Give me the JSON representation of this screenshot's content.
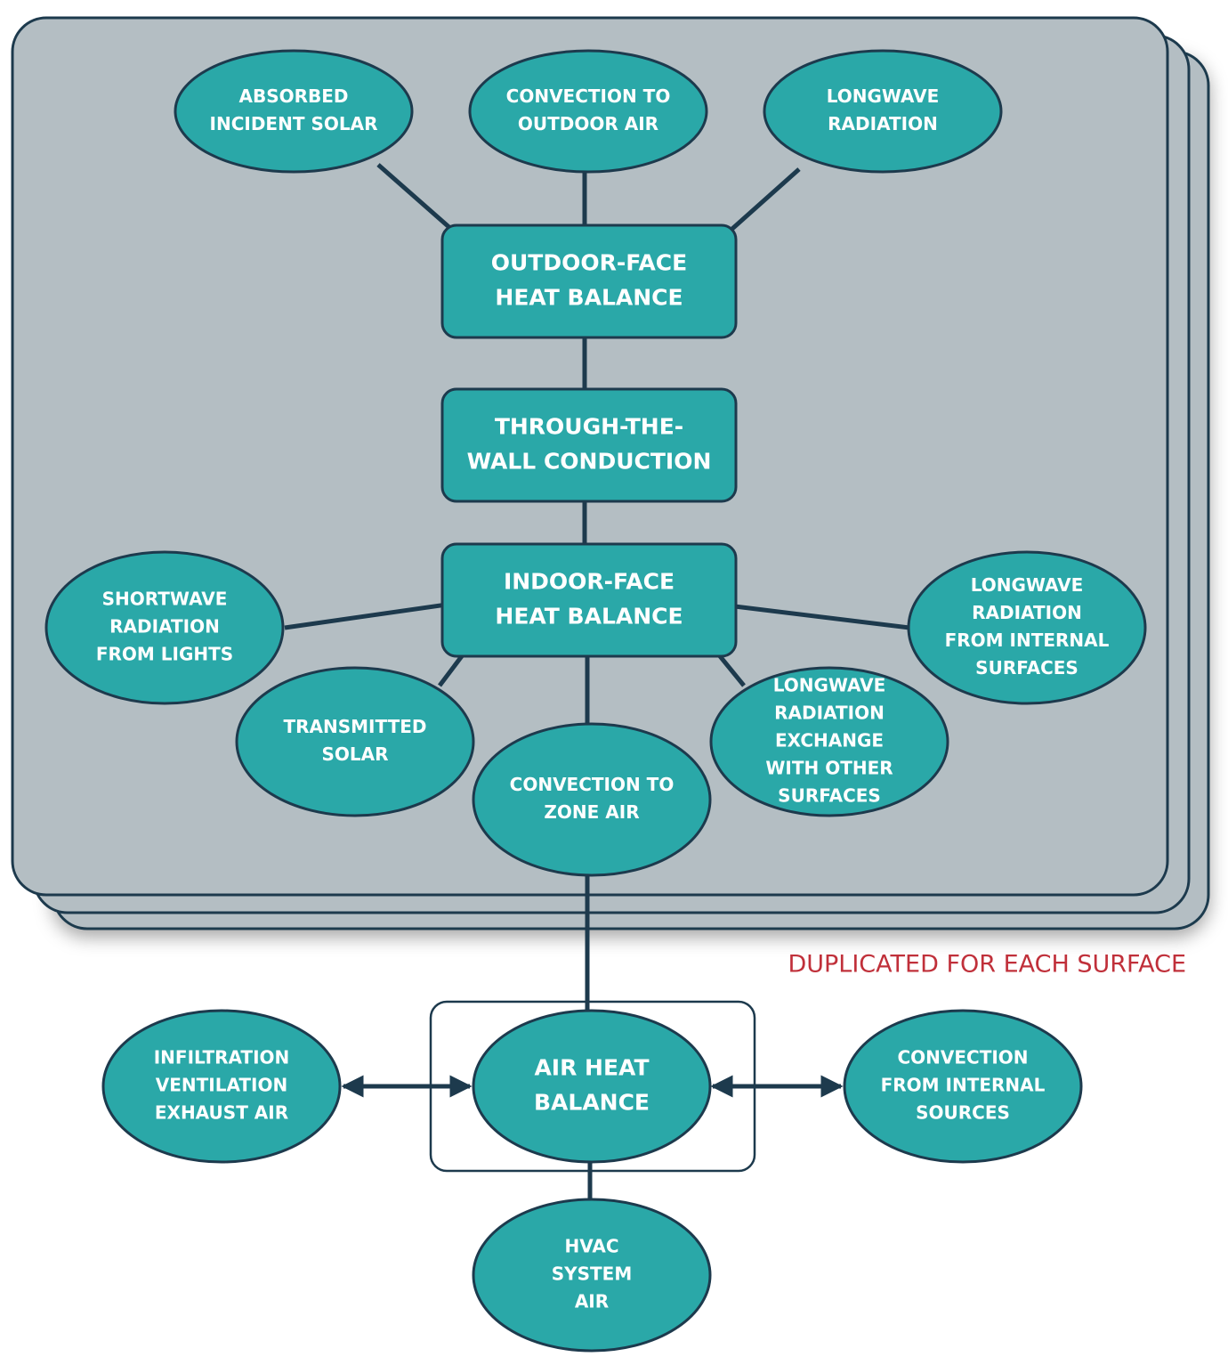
{
  "caption": "DUPLICATED FOR EACH SURFACE",
  "colors": {
    "node_fill": "#2aa8a8",
    "stroke": "#1d3a4d",
    "panel": "#b4bec3",
    "caption": "#c0303a"
  },
  "nodes": {
    "absorbed_solar": {
      "shape": "ellipse",
      "lines": [
        "ABSORBED",
        "INCIDENT SOLAR"
      ]
    },
    "convection_outdoor": {
      "shape": "ellipse",
      "lines": [
        "CONVECTION TO",
        "OUTDOOR AIR"
      ]
    },
    "longwave_outdoor": {
      "shape": "ellipse",
      "lines": [
        "LONGWAVE",
        "RADIATION"
      ]
    },
    "outdoor_face": {
      "shape": "rect",
      "lines": [
        "OUTDOOR-FACE",
        "HEAT BALANCE"
      ]
    },
    "wall_conduction": {
      "shape": "rect",
      "lines": [
        "THROUGH-THE-",
        "WALL CONDUCTION"
      ]
    },
    "indoor_face": {
      "shape": "rect",
      "lines": [
        "INDOOR-FACE",
        "HEAT BALANCE"
      ]
    },
    "shortwave_lights": {
      "shape": "ellipse",
      "lines": [
        "SHORTWAVE",
        "RADIATION",
        "FROM LIGHTS"
      ]
    },
    "transmitted_solar": {
      "shape": "ellipse",
      "lines": [
        "TRANSMITTED",
        "SOLAR"
      ]
    },
    "convection_zone": {
      "shape": "ellipse",
      "lines": [
        "CONVECTION TO",
        "ZONE AIR"
      ]
    },
    "longwave_exchange": {
      "shape": "ellipse",
      "lines": [
        "LONGWAVE",
        "RADIATION",
        "EXCHANGE",
        "WITH OTHER",
        "SURFACES"
      ]
    },
    "longwave_internal": {
      "shape": "ellipse",
      "lines": [
        "LONGWAVE",
        "RADIATION",
        "FROM INTERNAL",
        "SURFACES"
      ]
    },
    "infiltration": {
      "shape": "ellipse",
      "lines": [
        "INFILTRATION",
        "VENTILATION",
        "EXHAUST AIR"
      ]
    },
    "air_heat_balance": {
      "shape": "ellipse",
      "lines": [
        "AIR HEAT",
        "BALANCE"
      ]
    },
    "convection_internal": {
      "shape": "ellipse",
      "lines": [
        "CONVECTION",
        "FROM INTERNAL",
        "SOURCES"
      ]
    },
    "hvac": {
      "shape": "ellipse",
      "lines": [
        "HVAC",
        "SYSTEM",
        "AIR"
      ]
    }
  },
  "edges": [
    {
      "from": "absorbed_solar",
      "to": "outdoor_face",
      "direction": "forward"
    },
    {
      "from": "convection_outdoor",
      "to": "outdoor_face",
      "direction": "both"
    },
    {
      "from": "longwave_outdoor",
      "to": "outdoor_face",
      "direction": "forward"
    },
    {
      "from": "outdoor_face",
      "to": "wall_conduction",
      "direction": "both"
    },
    {
      "from": "wall_conduction",
      "to": "indoor_face",
      "direction": "both"
    },
    {
      "from": "shortwave_lights",
      "to": "indoor_face",
      "direction": "forward"
    },
    {
      "from": "transmitted_solar",
      "to": "indoor_face",
      "direction": "forward"
    },
    {
      "from": "longwave_internal",
      "to": "indoor_face",
      "direction": "forward"
    },
    {
      "from": "longwave_exchange",
      "to": "indoor_face",
      "direction": "forward"
    },
    {
      "from": "indoor_face",
      "to": "convection_zone",
      "direction": "both"
    },
    {
      "from": "convection_zone",
      "to": "air_heat_balance",
      "direction": "both"
    },
    {
      "from": "infiltration",
      "to": "air_heat_balance",
      "direction": "both"
    },
    {
      "from": "air_heat_balance",
      "to": "convection_internal",
      "direction": "both"
    },
    {
      "from": "air_heat_balance",
      "to": "hvac",
      "direction": "both"
    }
  ]
}
